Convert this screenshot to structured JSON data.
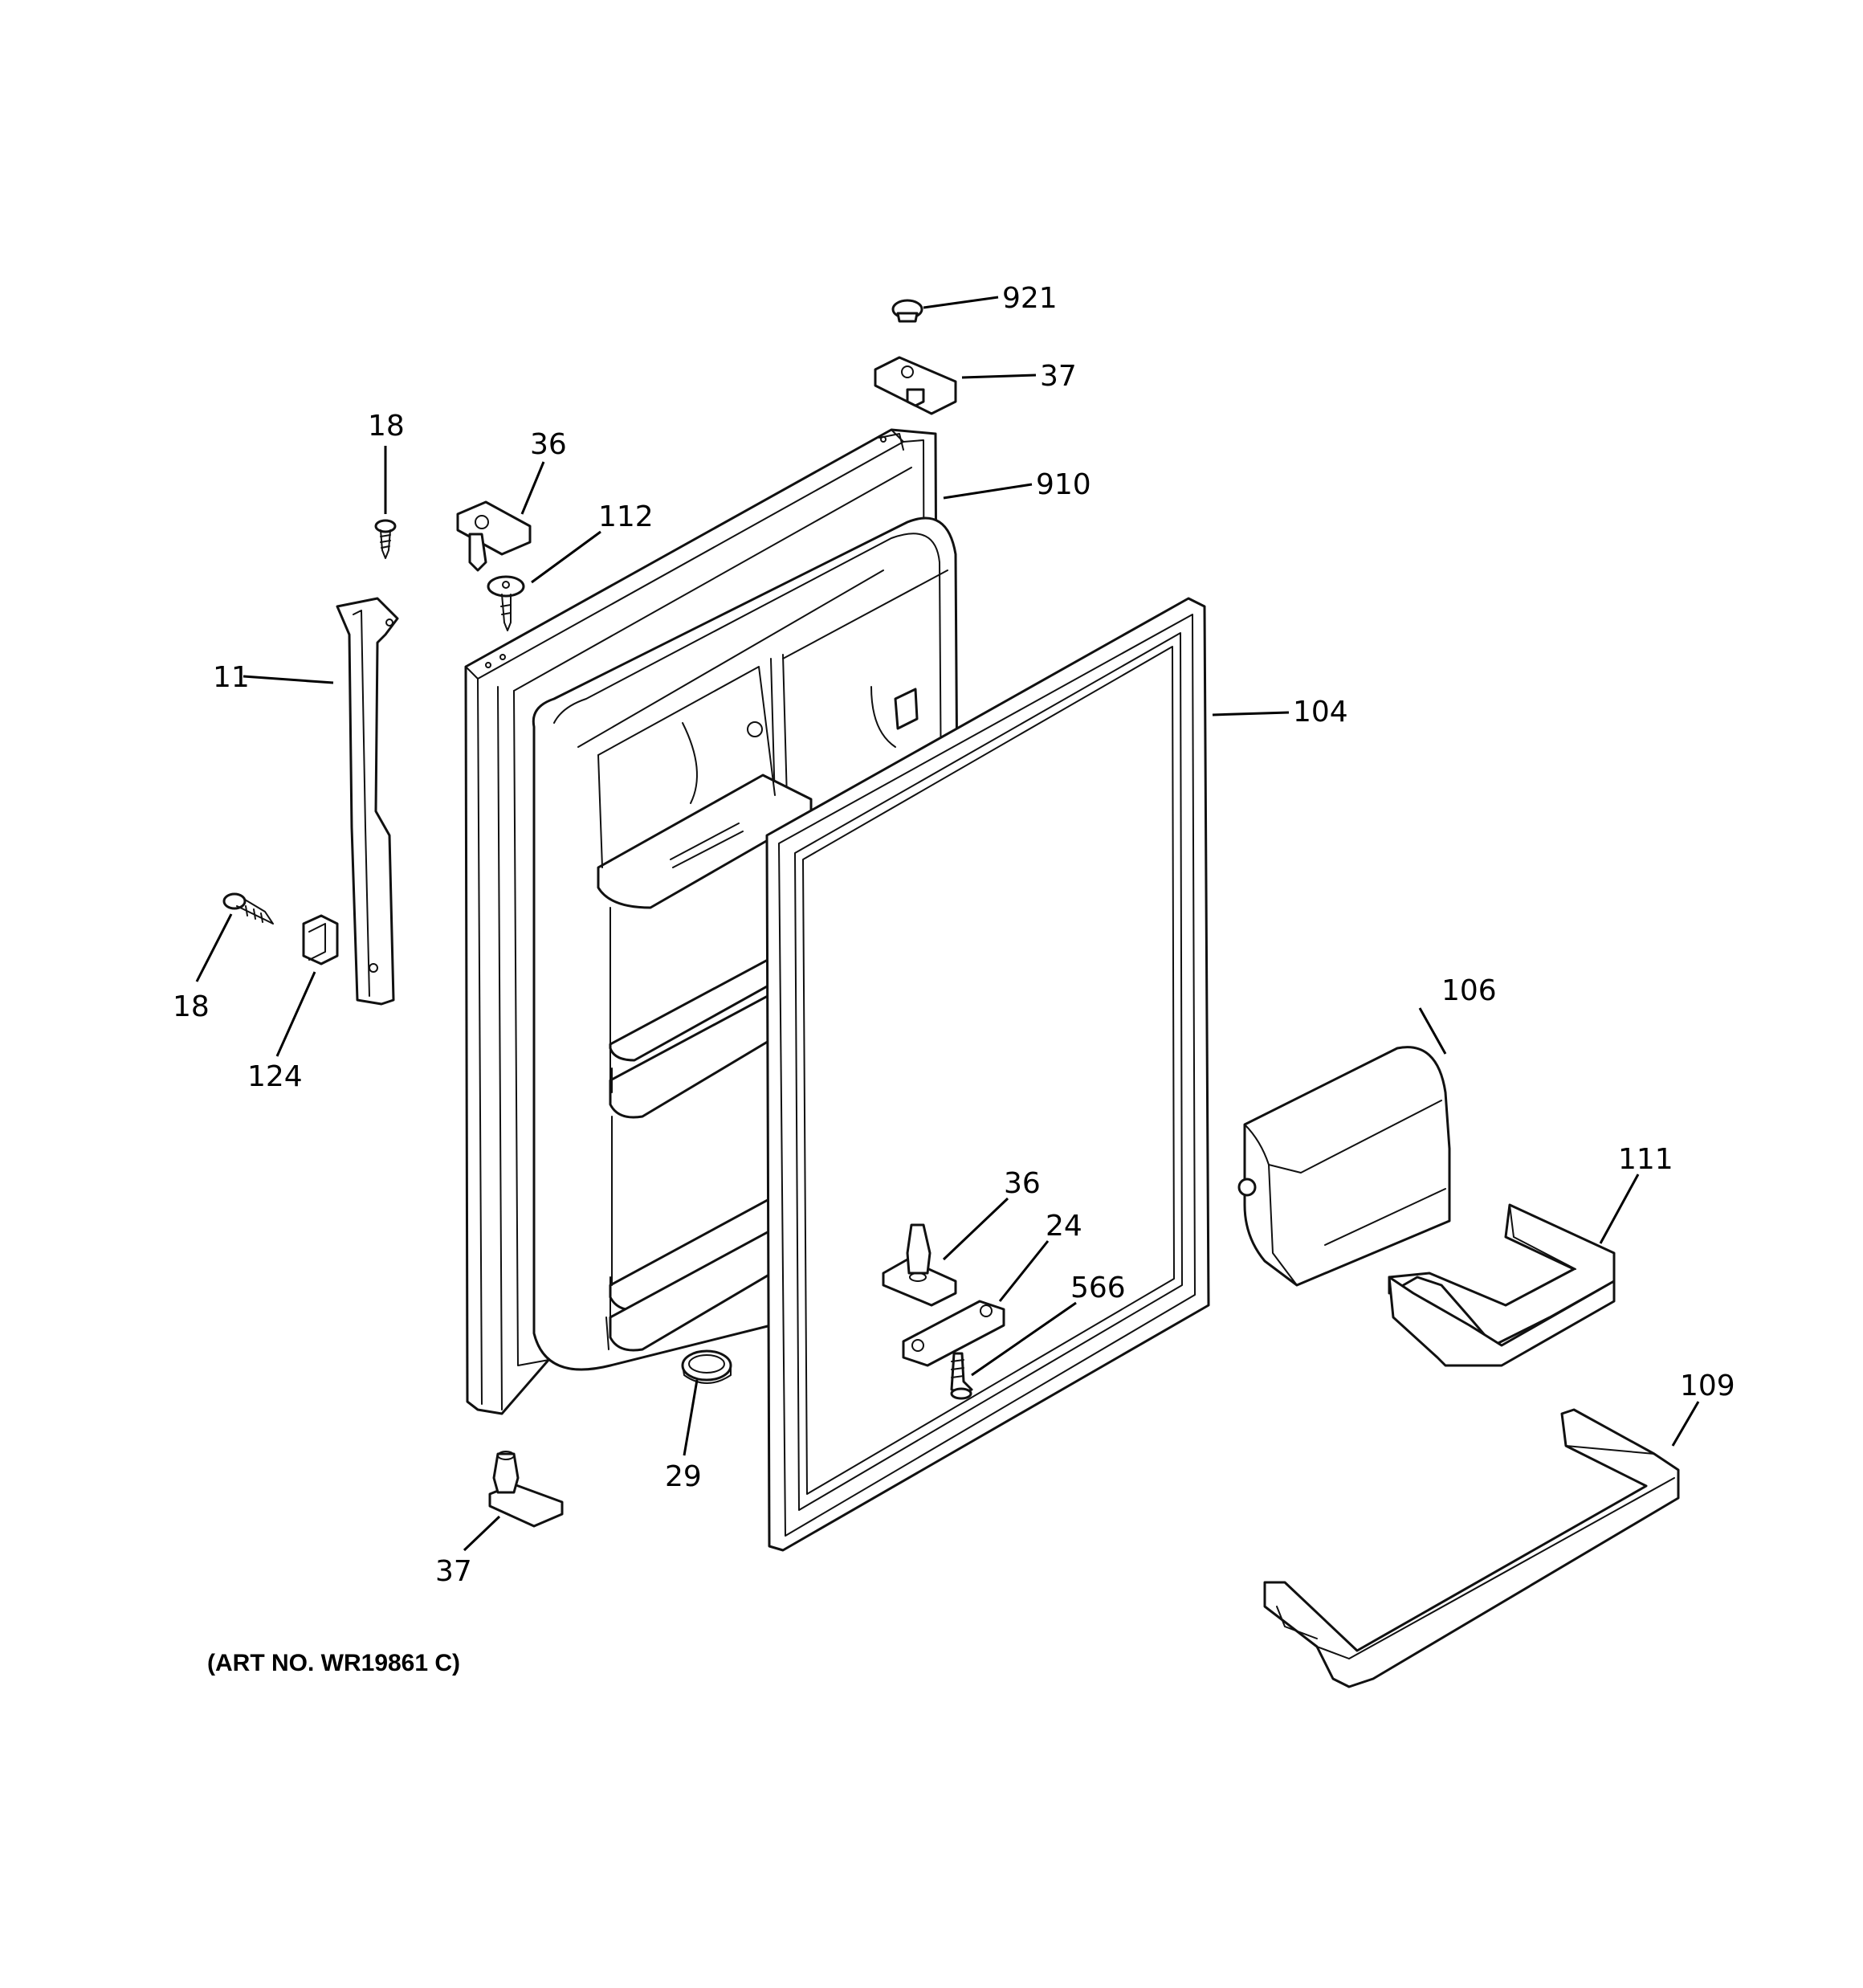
{
  "art_number": "(ART NO. WR19861 C)",
  "callouts": {
    "c921": "921",
    "c37_top": "37",
    "c910": "910",
    "c18_top": "18",
    "c36_top": "36",
    "c112": "112",
    "c11": "11",
    "c104": "104",
    "c18_left": "18",
    "c124": "124",
    "c106": "106",
    "c111": "111",
    "c36_bottom": "36",
    "c24": "24",
    "c566": "566",
    "c109": "109",
    "c29": "29",
    "c37_bottom": "37"
  }
}
